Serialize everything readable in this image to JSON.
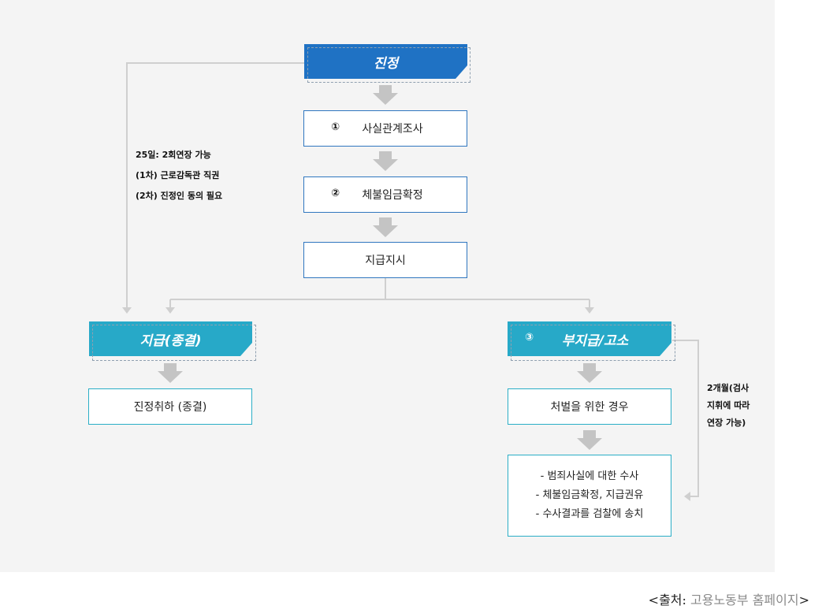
{
  "colors": {
    "blue": "#1f72c4",
    "teal": "#27a9c8",
    "arrow_gray": "#c4c4c4",
    "line_gray": "#cfcfcf"
  },
  "top": {
    "title": "진정"
  },
  "steps": [
    {
      "num": "①",
      "label": "사실관계조사"
    },
    {
      "num": "②",
      "label": "체불임금확정"
    },
    {
      "num": "",
      "label": "지급지시"
    }
  ],
  "left_branch": {
    "title": "지급(종결)",
    "result": "진정취하 (종결)"
  },
  "right_branch": {
    "num": "③",
    "title": "부지급/고소",
    "step": "처벌을 위한 경우",
    "bullets": [
      "- 범죄사실에 대한 수사",
      "- 체불임금확정, 지급권유",
      "- 수사결과를 검찰에 송치"
    ]
  },
  "note_left": [
    "25일: 2회연장 가능",
    "(1차) 근로감독관 직권",
    "(2차) 진정인 동의 필요"
  ],
  "note_right": [
    "2개월(검사",
    "지휘에 따라",
    "연장 가능)"
  ],
  "source": {
    "prefix": "<출처:",
    "link": "고용노동부 홈페이지",
    "suffix": ">"
  }
}
